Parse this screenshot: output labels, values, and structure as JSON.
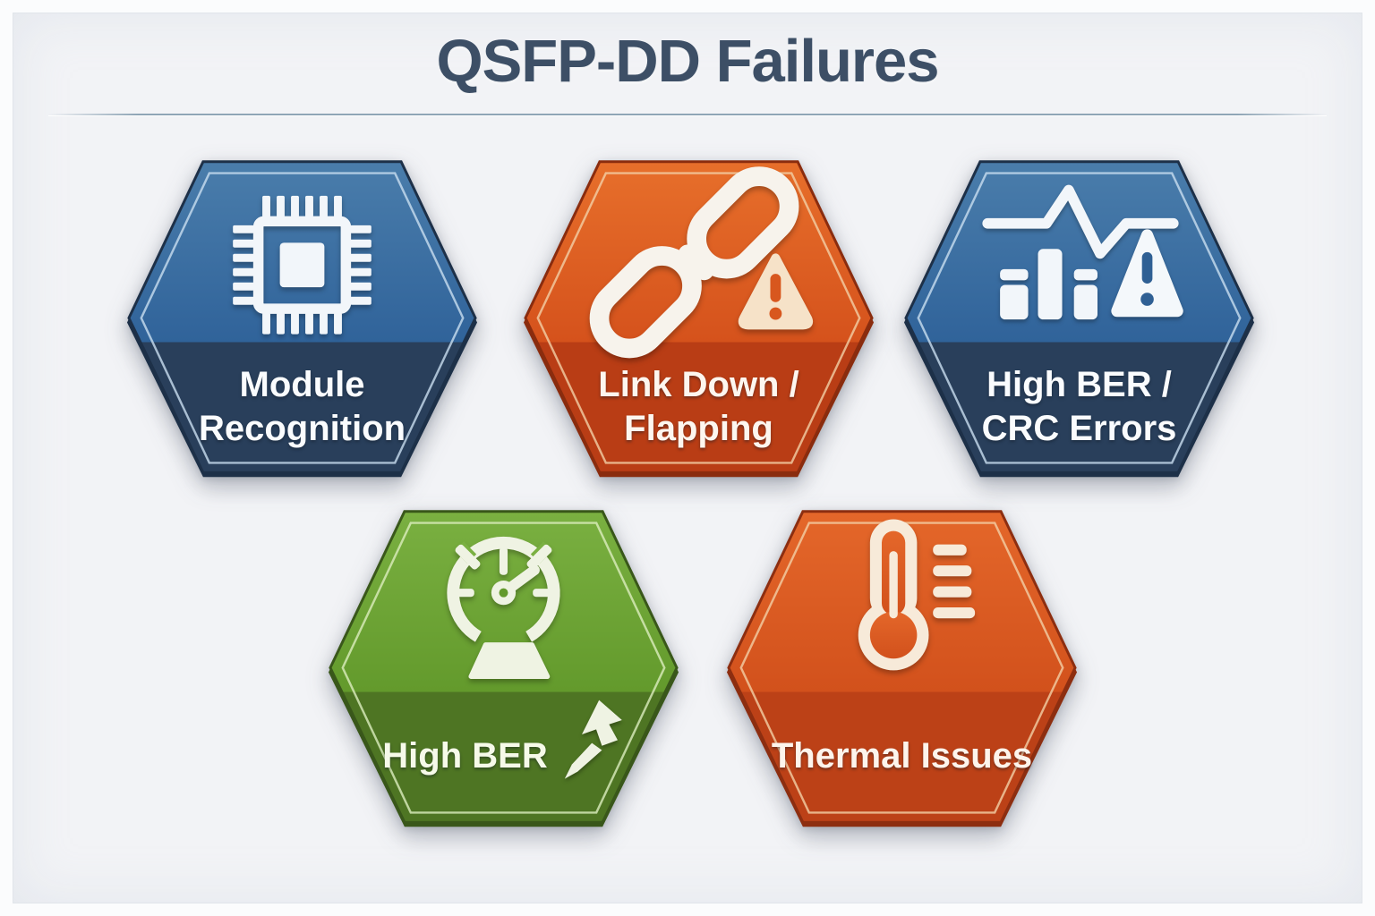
{
  "title": "QSFP-DD Failures",
  "theme": {
    "background": "#f2f3f6",
    "frame_border": "#e1e5ea",
    "title_color": "#3d4f66",
    "divider_color": "#8fa5b6"
  },
  "hexagons": [
    {
      "id": "module-recognition",
      "label": "Module\nRecognition",
      "icon": "chip-icon",
      "colors": {
        "top": "#4a7dab",
        "mid": "#30639a",
        "band": "#293f5b",
        "edge": "#1d3048",
        "line": "#c9def0",
        "icon": "#f2f6fa",
        "text": "#fafcfe"
      }
    },
    {
      "id": "link-down-flapping",
      "label": "Link Down /\nFlapping",
      "icon": "broken-chain-icon",
      "colors": {
        "top": "#e76f2b",
        "mid": "#d5521c",
        "band": "#b93d15",
        "edge": "#8a2c0e",
        "line": "#f2cfa6",
        "icon": "#f7f3ec",
        "text": "#fdf6ef",
        "accent": "#f6e2c8",
        "accent_mark": "#d8571e"
      }
    },
    {
      "id": "high-ber-crc-errors",
      "label": "High BER /\nCRC Errors",
      "icon": "error-chart-icon",
      "colors": {
        "top": "#4a7dab",
        "mid": "#30639a",
        "band": "#293f5b",
        "edge": "#1d3048",
        "line": "#c9def0",
        "icon": "#f2f6fa",
        "text": "#fafcfe",
        "accent": "#f4f8fb",
        "accent_mark": "#2f6094"
      }
    },
    {
      "id": "high-ber",
      "label": "High BER",
      "icon": "speedometer-icon",
      "colors": {
        "top": "#7ab041",
        "mid": "#639a2c",
        "band": "#4e7523",
        "edge": "#39571a",
        "line": "#dcedbe",
        "icon": "#eff3e3",
        "text": "#f6fae9"
      }
    },
    {
      "id": "thermal-issues",
      "label": "Thermal Issues",
      "icon": "thermometer-icon",
      "colors": {
        "top": "#e4672a",
        "mid": "#d2511c",
        "band": "#bc4117",
        "edge": "#8d2e10",
        "line": "#f2cfa6",
        "icon": "#f7ead9",
        "text": "#fdf4ec"
      }
    }
  ]
}
